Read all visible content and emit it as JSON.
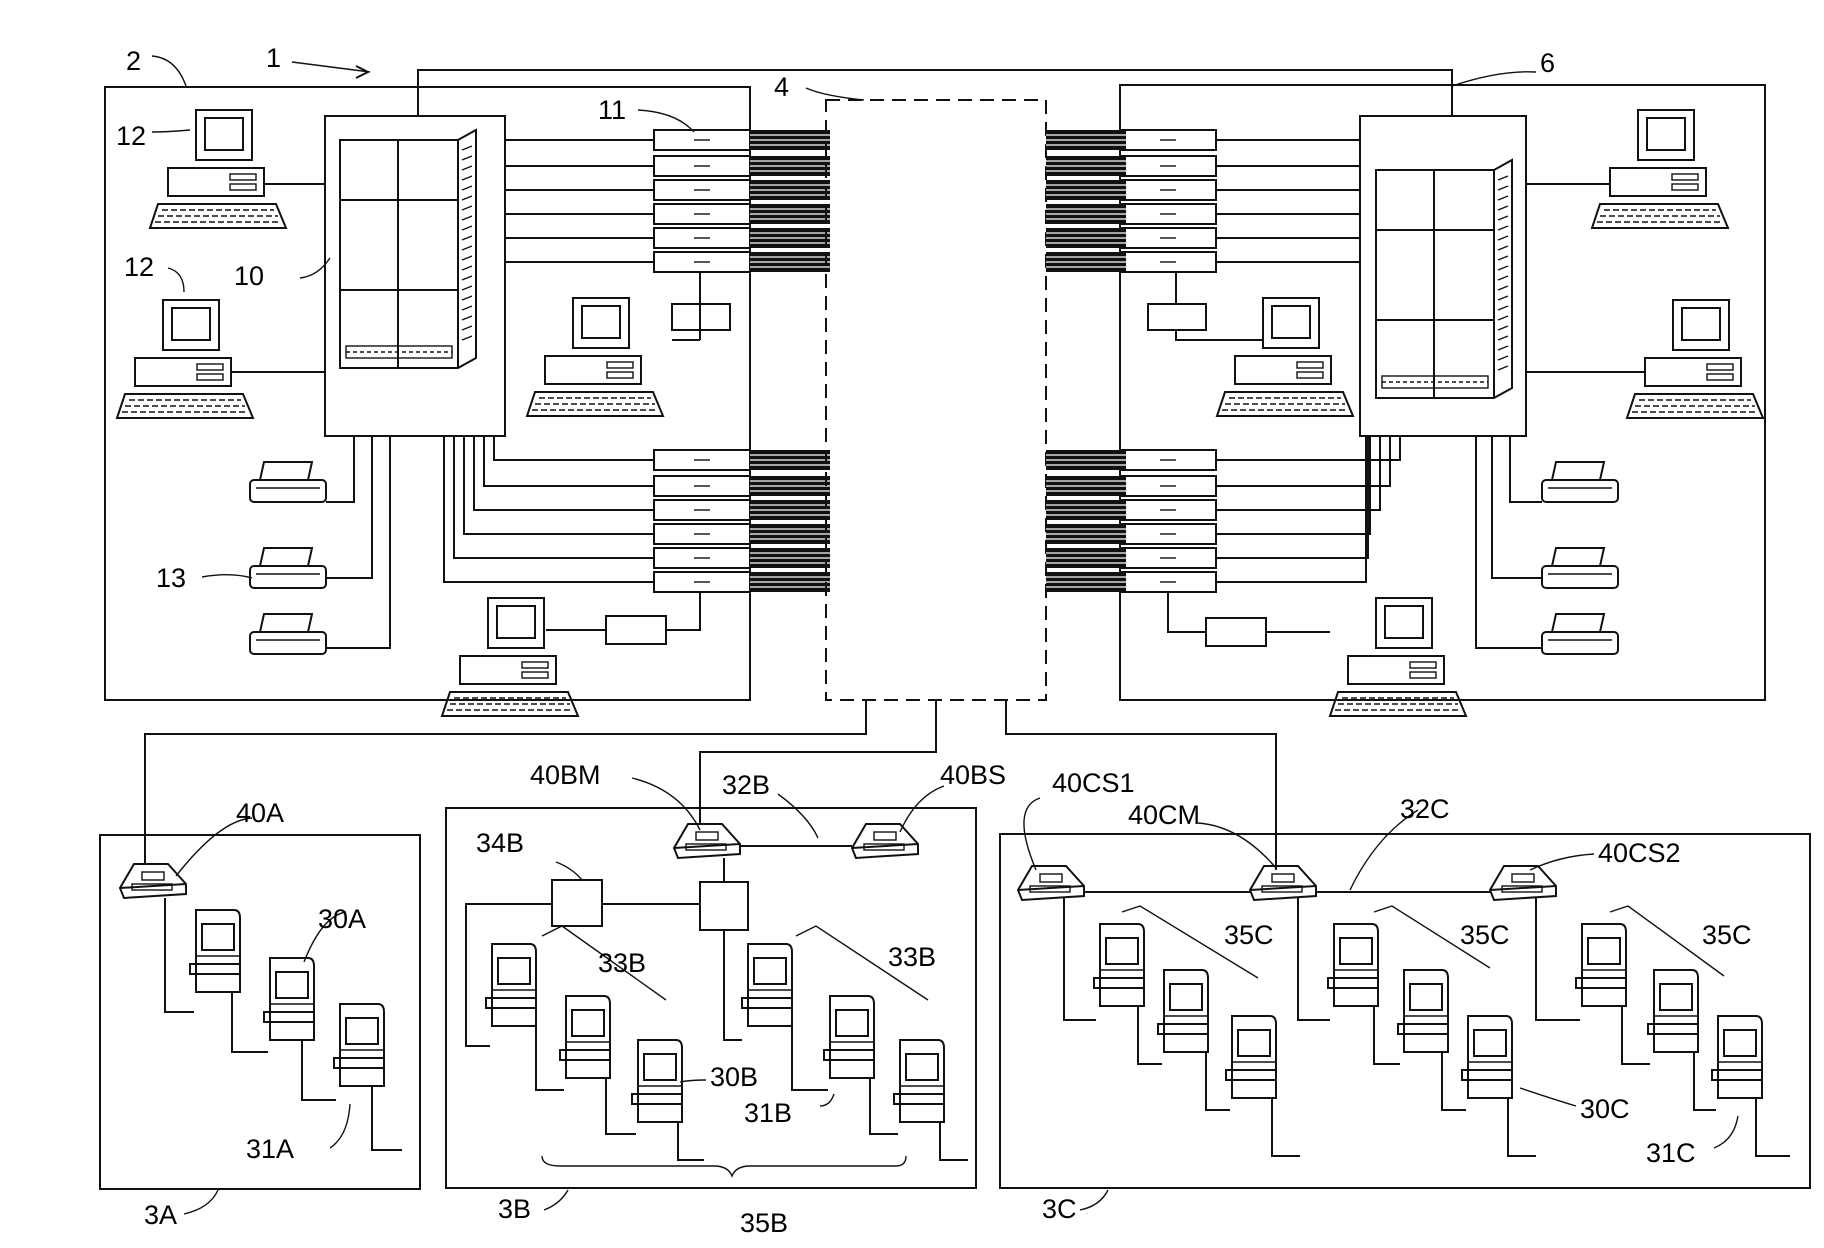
{
  "labels": {
    "L1": "1",
    "L2": "2",
    "L4": "4",
    "L6": "6",
    "L10": "10",
    "L11": "11",
    "L12a": "12",
    "L12b": "12",
    "L13": "13",
    "L3A": "3A",
    "L3B": "3B",
    "L3C": "3C",
    "L30A": "30A",
    "L31A": "31A",
    "L40A": "40A",
    "L40BM": "40BM",
    "L40BS": "40BS",
    "L32B": "32B",
    "L34B": "34B",
    "L33B1": "33B",
    "L33B2": "33B",
    "L30B": "30B",
    "L31B": "31B",
    "L35B": "35B",
    "L40CS1": "40CS1",
    "L40CM": "40CM",
    "L32C": "32C",
    "L40CS2": "40CS2",
    "L35C1": "35C",
    "L35C2": "35C",
    "L35C3": "35C",
    "L30C": "30C",
    "L31C": "31C"
  }
}
